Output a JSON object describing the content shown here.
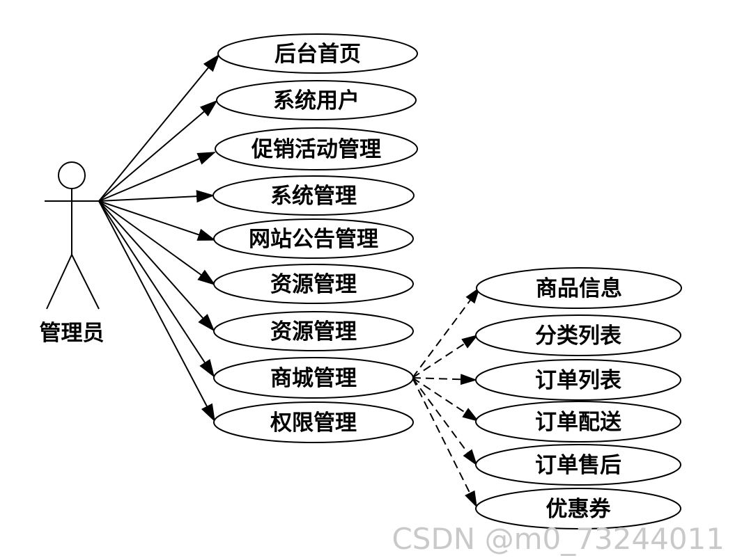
{
  "actor": {
    "label": "管理员"
  },
  "use_cases": [
    {
      "label": "后台首页"
    },
    {
      "label": "系统用户"
    },
    {
      "label": "促销活动管理"
    },
    {
      "label": "系统管理"
    },
    {
      "label": "网站公告管理"
    },
    {
      "label": "资源管理"
    },
    {
      "label": "资源管理"
    },
    {
      "label": "商城管理"
    },
    {
      "label": "权限管理"
    }
  ],
  "sub_use_cases": [
    {
      "label": "商品信息"
    },
    {
      "label": "分类列表"
    },
    {
      "label": "订单列表"
    },
    {
      "label": "订单配送"
    },
    {
      "label": "订单售后"
    },
    {
      "label": "优惠券"
    }
  ],
  "watermark": "CSDN @m0_73244011"
}
